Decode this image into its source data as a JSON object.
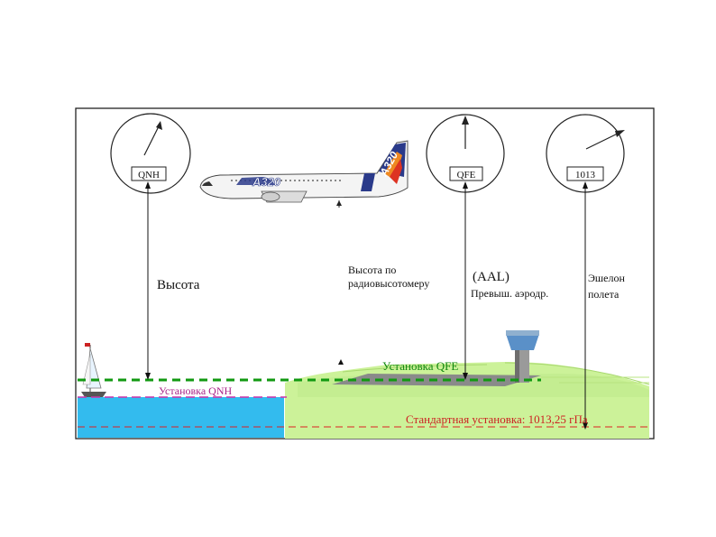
{
  "gauges": {
    "qnh": "QNH",
    "qfe": "QFE",
    "std": "1013"
  },
  "aircraft": {
    "model": "A320"
  },
  "labels": {
    "height": "Высота",
    "radio_alt_line1": "Высота по",
    "radio_alt_line2": "радиовысотомеру",
    "aal": "(AAL)",
    "aal_sub": "Превыш. аэродр.",
    "fl_line1": "Эшелон",
    "fl_line2": "полета",
    "qfe_setting": "Установка QFE",
    "qnh_setting": "Установка QNH",
    "std_setting": "Стандартная установка: 1013,25 гПа"
  },
  "colors": {
    "sea": "#33bbee",
    "ground": "#ccf299",
    "qfe_line": "#119911",
    "qnh_line": "#cc33aa",
    "std_line": "#dd2222",
    "runway": "#8a8a8a",
    "tower_cab": "#5a90c8"
  }
}
